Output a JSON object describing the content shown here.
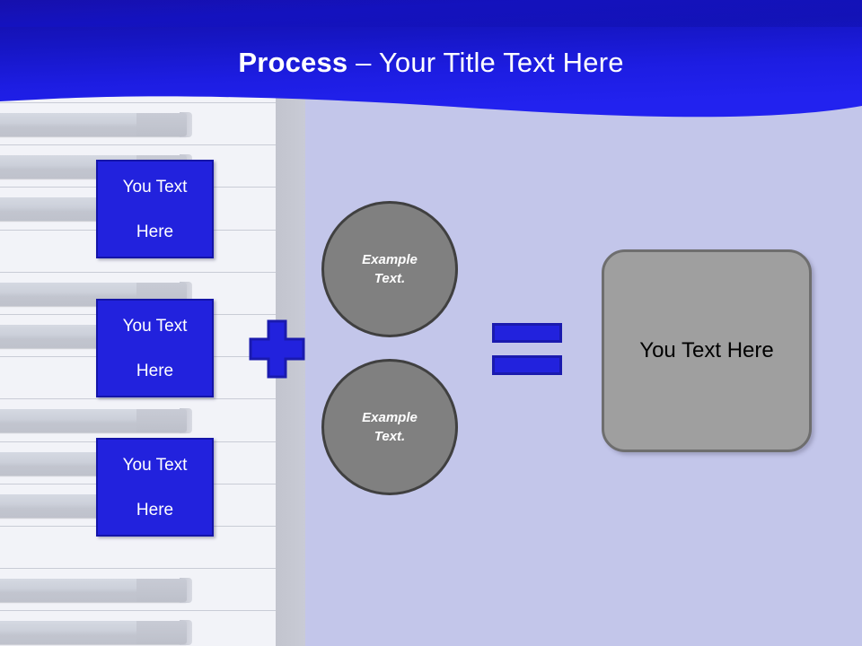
{
  "slide": {
    "title": {
      "bold_part": "Process",
      "rest_part": " – Your Title Text Here",
      "full": "Process – Your Title Text Here"
    },
    "colors": {
      "header_blue_dark": "#1510ab",
      "header_blue_bright": "#1b1be0",
      "accent_blue": "#2222dd",
      "accent_blue_border": "#1414a8",
      "background_lavender": "#c3c6ea",
      "piano_white": "#f2f3f8",
      "piano_gray": "#c2c4ce",
      "shape_gray": "#808080",
      "shape_gray_border": "#404040",
      "result_gray": "#9f9f9f",
      "result_gray_border": "#6e6e6e",
      "text_white": "#ffffff",
      "text_black": "#000000"
    },
    "input_boxes": [
      {
        "label": "You Text Here",
        "line1": "You Text",
        "line2": "Here"
      },
      {
        "label": "You Text Here",
        "line1": "You Text",
        "line2": "Here"
      },
      {
        "label": "You Text Here",
        "line1": "You Text",
        "line2": "Here"
      }
    ],
    "operator_plus": {
      "icon": "plus-icon",
      "symbol": "+"
    },
    "operator_equals": {
      "icon": "equals-icon",
      "symbol": "="
    },
    "circles": [
      {
        "label": "Example Text.",
        "line1": "Example",
        "line2": "Text."
      },
      {
        "label": "Example Text.",
        "line1": "Example",
        "line2": "Text."
      }
    ],
    "result_box": {
      "label": "You Text Here"
    }
  }
}
